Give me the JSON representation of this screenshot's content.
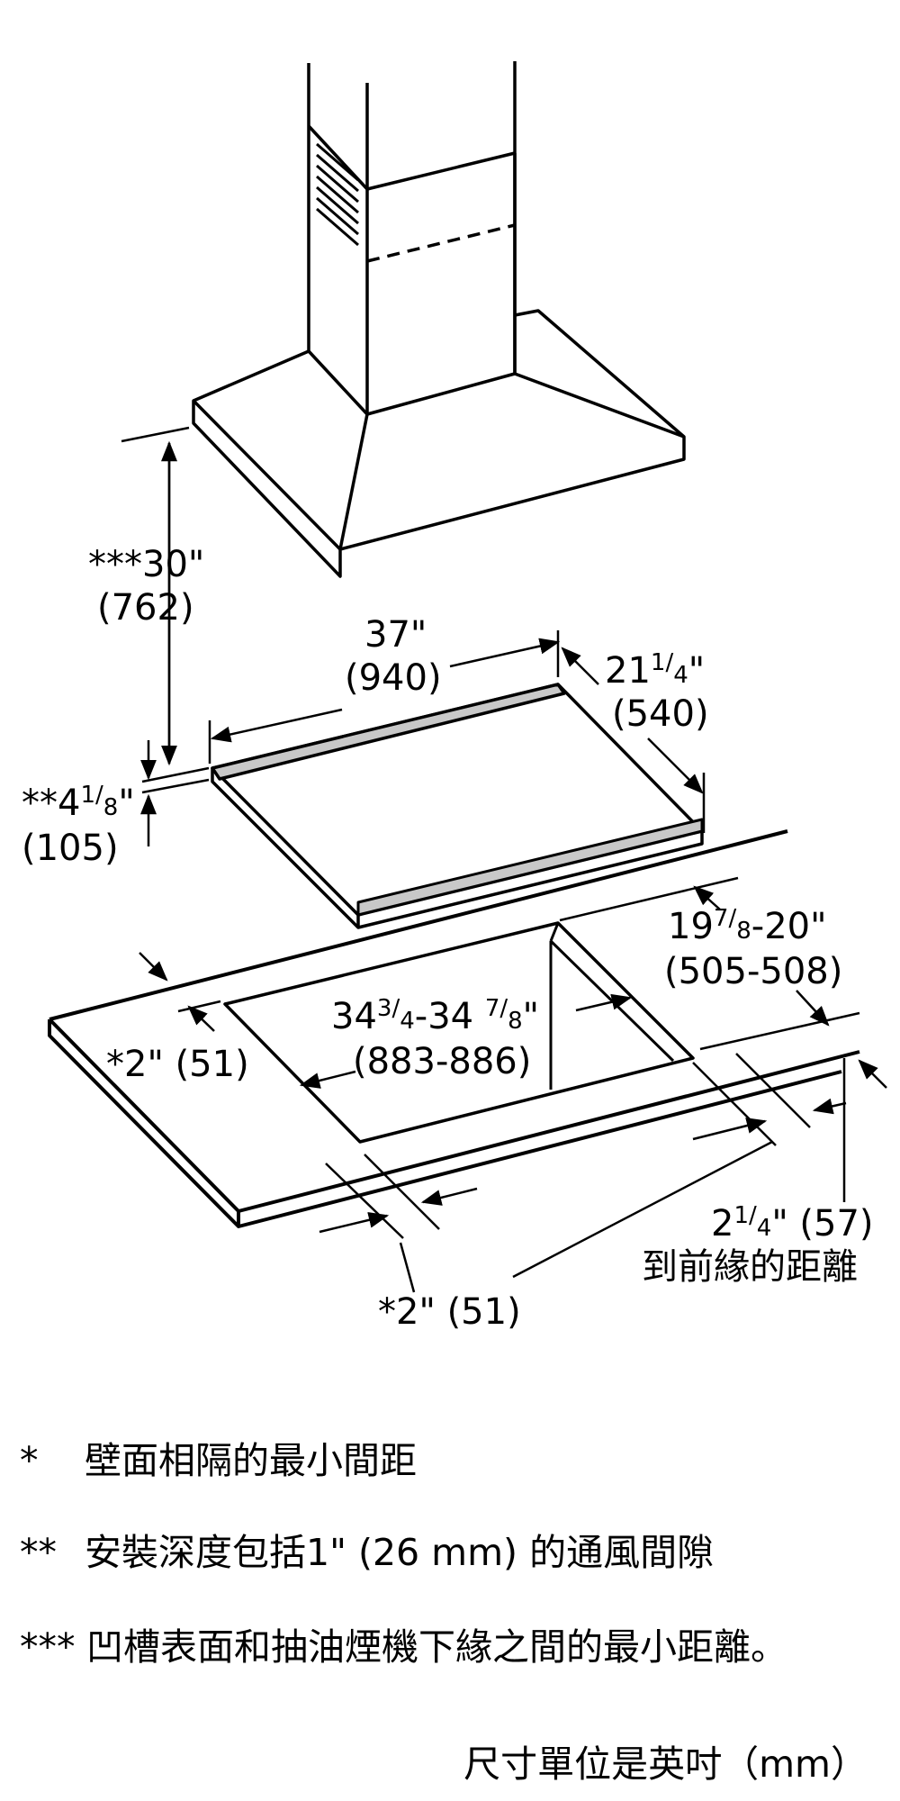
{
  "dimensions": {
    "hood_height": {
      "imperial": "***30\"",
      "metric": "(762)"
    },
    "cooktop_width": {
      "imperial": "37\"",
      "metric": "(940)"
    },
    "cooktop_depth": {
      "whole": "21",
      "fraction_num": "1",
      "fraction_den": "4",
      "unit": "\"",
      "metric": "(540)"
    },
    "installation_depth": {
      "prefix": "**4",
      "fraction_num": "1",
      "fraction_den": "8",
      "unit": "\"",
      "metric": "(105)"
    },
    "cutout_depth": {
      "whole": "19",
      "fraction_num": "7",
      "fraction_den": "8",
      "suffix": "-20\"",
      "metric": "(505-508)"
    },
    "cutout_width": {
      "whole": "34",
      "fraction_num": "3",
      "fraction_den": "4",
      "middle": "-34 ",
      "fraction2_num": "7",
      "fraction2_den": "8",
      "suffix": "\"",
      "metric": "(883-886)"
    },
    "side_clearance_left": "*2\" (51)",
    "side_clearance_bottom": "*2\" (51)",
    "front_edge": {
      "whole": "2",
      "fraction_num": "1",
      "fraction_den": "4",
      "suffix": "\" (57)",
      "caption": "到前緣的距離"
    }
  },
  "notes": [
    {
      "mark": "*",
      "text": "壁面相隔的最小間距"
    },
    {
      "mark": "**",
      "text": "安裝深度包括1\" (26 mm) 的通風間隙"
    },
    {
      "mark": "***",
      "text": "凹槽表面和抽油煙機下緣之間的最小距離。"
    }
  ],
  "units_caption": "尺寸單位是英吋（mm）"
}
